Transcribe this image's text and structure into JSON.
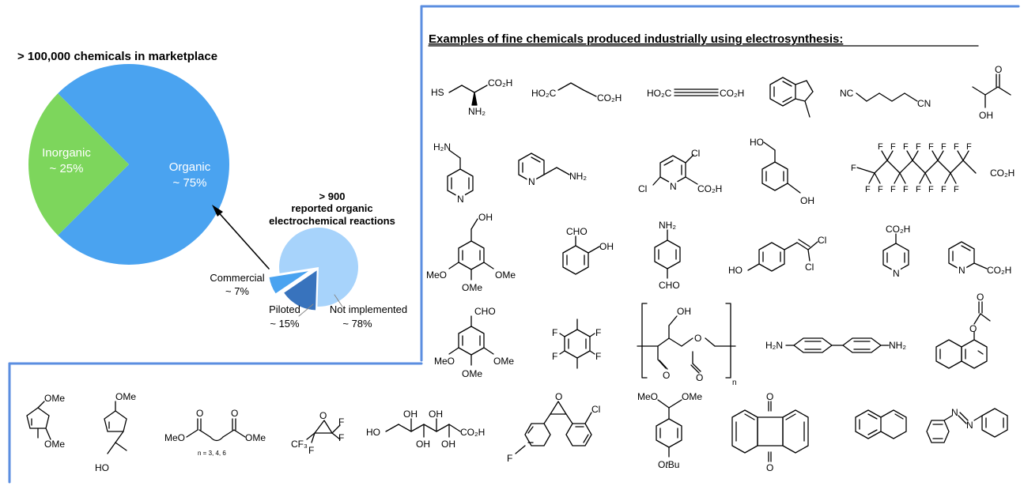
{
  "pie_section": {
    "heading": "> 100,000 chemicals in marketplace",
    "main_pie": {
      "slices": [
        {
          "name": "Organic",
          "label": "Organic",
          "share_label": "~ 75%",
          "fraction": 0.75,
          "color": "#4aa3f0"
        },
        {
          "name": "Inorganic",
          "label": "Inorganic",
          "share_label": "~ 25%",
          "fraction": 0.25,
          "color": "#7dd65c"
        }
      ]
    },
    "sub_pie": {
      "heading_lines": [
        "> 900",
        "reported organic",
        "electrochemical reactions"
      ],
      "slices": [
        {
          "name": "Not implemented",
          "label": "Not implemented",
          "share_label": "~ 78%",
          "fraction": 0.78,
          "color": "#a7d3fb"
        },
        {
          "name": "Piloted",
          "label": "Piloted",
          "share_label": "~ 15%",
          "fraction": 0.15,
          "color": "#3873bd"
        },
        {
          "name": "Commercial",
          "label": "Commercial",
          "share_label": "~ 7%",
          "fraction": 0.07,
          "color": "#4aa3f0"
        }
      ]
    }
  },
  "examples": {
    "heading": "Examples of fine chemicals produced industrially using electrosynthesis:",
    "labels": {
      "cysteine": {
        "hs": "HS",
        "acid": "CO₂H",
        "amine": "NH₂"
      },
      "succinic": {
        "left": "HO₂C",
        "right": "CO₂H"
      },
      "alkyne": {
        "left": "HO₂C",
        "right": "CO₂H"
      },
      "adipo": {
        "left": "NC",
        "right": "CN"
      },
      "acetoin": {
        "o": "O",
        "oh": "OH"
      },
      "aminomethylpyridine4": {
        "nh": "H₂N",
        "n": "N"
      },
      "aminomethylpyridine2": {
        "n": "N",
        "nh": "NH₂"
      },
      "dichloronicotinic": {
        "cl1": "Cl",
        "cl2": "Cl",
        "n": "N",
        "acid": "CO₂H"
      },
      "hydroxybenzyl": {
        "ho": "HO",
        "oh": "OH"
      },
      "pfoa": {
        "f": "F",
        "acid": "CO₂H"
      },
      "trimethoxybenzyl": {
        "oh": "OH",
        "ome1": "MeO",
        "ome2": "OMe",
        "ome3": "OMe"
      },
      "salicylaldehyde": {
        "cho": "CHO",
        "oh": "OH"
      },
      "aminobenzaldehyde": {
        "nh": "NH₂",
        "cho": "CHO"
      },
      "dichlorovinylphenol": {
        "ho": "HO",
        "cl1": "Cl",
        "cl2": "Cl"
      },
      "isonicotinic": {
        "acid": "CO₂H",
        "n": "N"
      },
      "picolinic": {
        "n": "N",
        "acid": "CO₂H"
      },
      "trimethoxybenzaldehyde": {
        "cho": "CHO",
        "ome1": "MeO",
        "ome2": "OMe",
        "ome3": "OMe"
      },
      "tetrafluoroxylene": {
        "f": "F"
      },
      "dialdehyde_polymer": {
        "oh": "OH",
        "o1": "O",
        "o2": "O",
        "o3": "O",
        "n": "n"
      },
      "benzidine": {
        "left": "H₂N",
        "right": "NH₂"
      },
      "naphthylacetate": {
        "o1": "O",
        "o2": "O"
      },
      "dimethoxycyclopentene": {
        "ome1": "OMe",
        "ome2": "OMe"
      },
      "methoxycyclopentene_ethanol": {
        "ome": "OMe",
        "ho": "HO"
      },
      "diester": {
        "meo": "MeO",
        "ome": "OMe",
        "o1": "O",
        "o2": "O",
        "n_note": "n = 3, 4, 6"
      },
      "hfpo": {
        "cf3": "CF₃",
        "o": "O",
        "f": "F"
      },
      "gluconic": {
        "ho": "HO",
        "oh": "OH",
        "acid": "CO₂H"
      },
      "epoxide": {
        "o": "O",
        "cl": "Cl",
        "f": "F"
      },
      "acetal": {
        "meo": "MeO",
        "ome": "OMe",
        "otbu_o": "O",
        "otbu_t": "t",
        "otbu_bu": "Bu"
      },
      "anthraquinone": {
        "o": "O"
      },
      "azobenzene": {
        "n": "N"
      }
    }
  }
}
